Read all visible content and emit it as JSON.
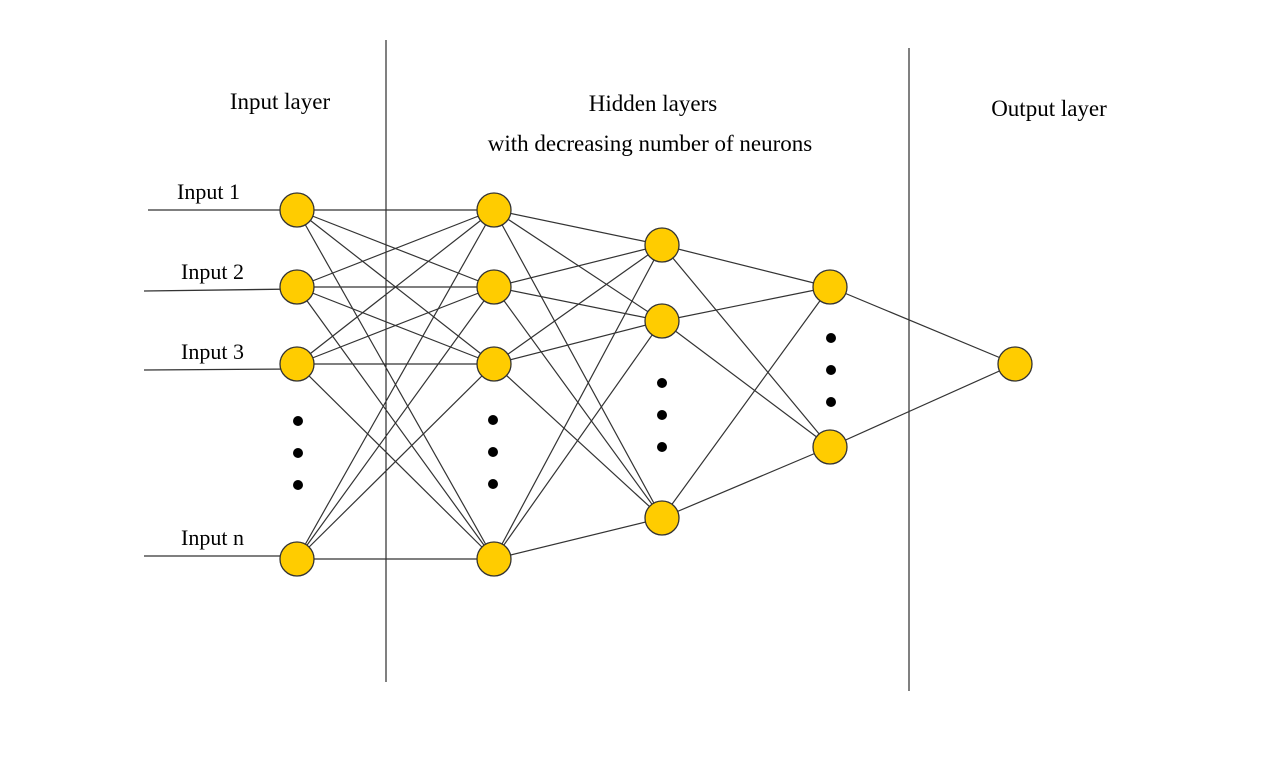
{
  "titles": {
    "input_layer": "Input layer",
    "hidden_layers_line1": "Hidden layers",
    "hidden_layers_line2": "with decreasing number of neurons",
    "output_layer": "Output layer"
  },
  "inputs": [
    "Input 1",
    "Input 2",
    "Input 3",
    "Input n"
  ],
  "colors": {
    "neuron_fill": "#ffcc00",
    "neuron_stroke": "#333333",
    "edge": "#333333",
    "divider": "#000000",
    "ellipsis": "#000000"
  }
}
